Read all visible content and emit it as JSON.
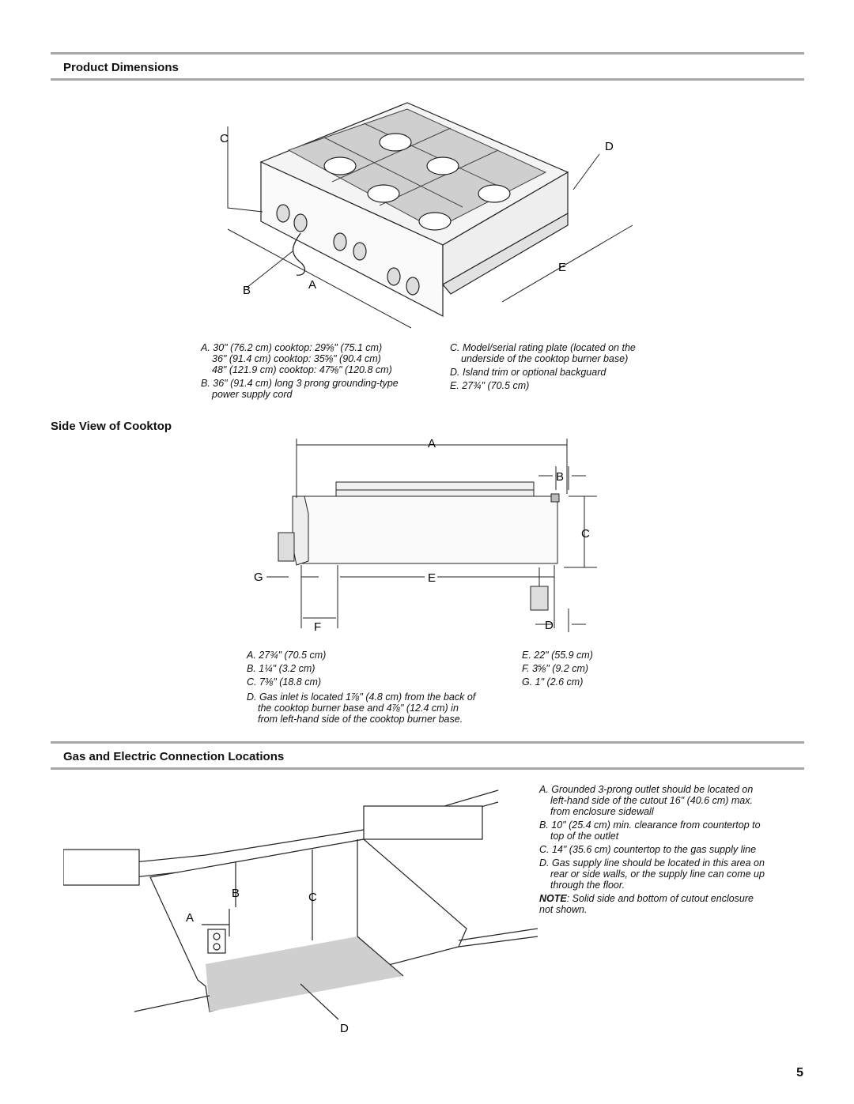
{
  "sections": {
    "product_dimensions": "Product Dimensions",
    "side_view": "Side View of Cooktop",
    "gas_electric": "Gas and Electric Connection Locations"
  },
  "product_figure": {
    "labels": {
      "a": "A",
      "b": "B",
      "c": "C",
      "d": "D",
      "e": "E"
    },
    "captions": {
      "a1": "A. 30\" (76.2 cm) cooktop: 29⅝\" (75.1 cm)",
      "a2": "36\" (91.4 cm) cooktop: 35⅝\" (90.4 cm)",
      "a3": "48\" (121.9 cm) cooktop: 47⅝\" (120.8 cm)",
      "b1": "B. 36\" (91.4 cm) long 3 prong grounding-type",
      "b2": "power supply cord",
      "c1": "C. Model/serial rating plate (located on the",
      "c2": "underside of the cooktop burner base)",
      "d": "D. Island trim or optional backguard",
      "e": "E. 27¾\" (70.5 cm)"
    }
  },
  "side_figure": {
    "labels": {
      "a": "A",
      "b": "B",
      "c": "C",
      "d": "D",
      "e": "E",
      "f": "F",
      "g": "G"
    },
    "captions": {
      "a": "A. 27¾\" (70.5 cm)",
      "b": "B. 1¼\" (3.2 cm)",
      "c": "C. 7⅜\" (18.8 cm)",
      "e": "E. 22\" (55.9 cm)",
      "f": "F. 3⅝\" (9.2 cm)",
      "g": "G. 1\" (2.6 cm)",
      "d1": "D. Gas inlet is located 1⅞\" (4.8 cm) from the back of",
      "d2": "the cooktop burner base and 4⅞\" (12.4 cm) in",
      "d3": "from left-hand side of the cooktop burner base."
    }
  },
  "connection_figure": {
    "labels": {
      "a": "A",
      "b": "B",
      "c": "C",
      "d": "D"
    },
    "captions": {
      "a1": "A. Grounded 3-prong outlet should be located on",
      "a2": "left-hand side of the cutout 16\" (40.6 cm) max.",
      "a3": "from enclosure sidewall",
      "b1": "B. 10\" (25.4 cm) min. clearance from countertop to",
      "b2": "top of the outlet",
      "c": "C. 14\" (35.6 cm) countertop to the gas supply line",
      "d1": "D. Gas supply line should be located in this area on",
      "d2": "rear or side walls, or the supply line can come up",
      "d3": "through the floor.",
      "note_label": "NOTE",
      "note_text": ": Solid side and bottom of cutout enclosure",
      "note_text2": "not shown."
    }
  },
  "page_number": "5"
}
